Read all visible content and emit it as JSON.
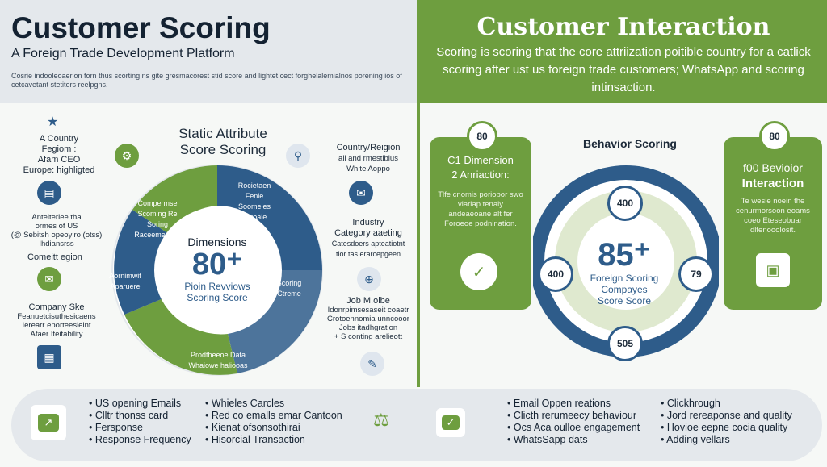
{
  "left_header": {
    "title": "Customer Scoring",
    "subtitle": "A Foreign Trade Development Platform",
    "description": "Cosrie indooleoaerion forn thus scorting ns gite gresmacorest stid score and lightet cect forghelalemialnos porening ios of cetcavetant stetitors reelpgns."
  },
  "right_header": {
    "title": "Customer Interaction",
    "description": "Scoring is scoring that the core attriization poitible country for a catlick scoring after ust us foreign trade customers; WhatsApp and scoring intinsaction."
  },
  "static_section": {
    "title_line1": "Static Attribute",
    "title_line2": "Score Scoring",
    "center_label": "Dimensions",
    "center_value": "80⁺",
    "center_sub1": "Pioin Revviows",
    "center_sub2": "Scoring Score",
    "arc_text_1": "Compermse Scoming Re Soring Raceemeaces",
    "arc_text_2": "Rocietaen Fenie Soomeles Foroaie",
    "arc_text_3": "Aornimwit Aparuere",
    "arc_text_4": "Scoring Ctreme",
    "arc_text_5": "Prodtheeoe Data Whaiowe haliooas"
  },
  "left_labels": {
    "country_block": [
      "A Country",
      "Fegiom :",
      "Afam CEO",
      "Europe: highligted"
    ],
    "detail_block": [
      "Anteiteriee tha",
      "ormes of US",
      "(@ Sebitsh opeoyiro (otss)",
      "Ihdiansrss"
    ],
    "content_label": "Comeitt egion",
    "company_block": [
      "Company Ske",
      "Feanuetcisuthesicaens",
      "Ierearr eporteesielnt",
      "Afaer Iteitability"
    ]
  },
  "right_labels": {
    "country_block": [
      "Country/Reigion",
      "all and rmestiblus",
      "White Aoppo"
    ],
    "industry_block": [
      "Industry",
      "Category aaeting",
      "Catesdoers apteatiotnt",
      "tior tas erarcepgeen"
    ],
    "job_block": [
      "Job M.olbe",
      "Idonrpimsesaseit coaetr",
      "Crotoennomia unncooor",
      "Jobs itadhgration",
      "+ S conting arelieott"
    ]
  },
  "behavior": {
    "title": "Behavior Scoring",
    "left_box": {
      "badge": "80",
      "title_line1": "C1 Dimension",
      "title_line2": "2 Anriaction:",
      "body": "Tlfe cnomis poriobor swo viariap tenaly andeaeoane alt fer Foroeoe podnination."
    },
    "right_box": {
      "badge": "80",
      "title_line1": "f00 Bevioior",
      "title_line2": "Interaction",
      "body": "Te wesie noein the cenurmorsoon eoams coeo Eteseobuar dlfenooolosit."
    },
    "center_value": "85⁺",
    "center_sub1": "Foreign Scoring",
    "center_sub2": "Compayes",
    "center_sub3": "Score Score",
    "scores": [
      "400",
      "400",
      "79",
      "505"
    ]
  },
  "bottom": {
    "col1": [
      "US  opening Emails",
      "Clltr thonss card",
      "Fersponse",
      "Response Frequency"
    ],
    "col2": [
      "Whieles Carcles",
      "Red co emalls emar Cantoon",
      "Kienat ofsonsothirai",
      "Hisorcial Transaction"
    ],
    "col3": [
      "Email Oppen reations",
      "Clicth rerumeecy behaviour",
      "Ocs Aca oulloe engagement",
      "WhatsSapp dats"
    ],
    "col4": [
      "Clickhrough",
      "Jord rereaponse and quality",
      "Hovioe eepne cocia quality",
      "Adding vellars"
    ]
  },
  "colors": {
    "green": "#6e9e3f",
    "blue": "#2e5c8a",
    "navy": "#142232",
    "light": "#e4e8ec"
  }
}
